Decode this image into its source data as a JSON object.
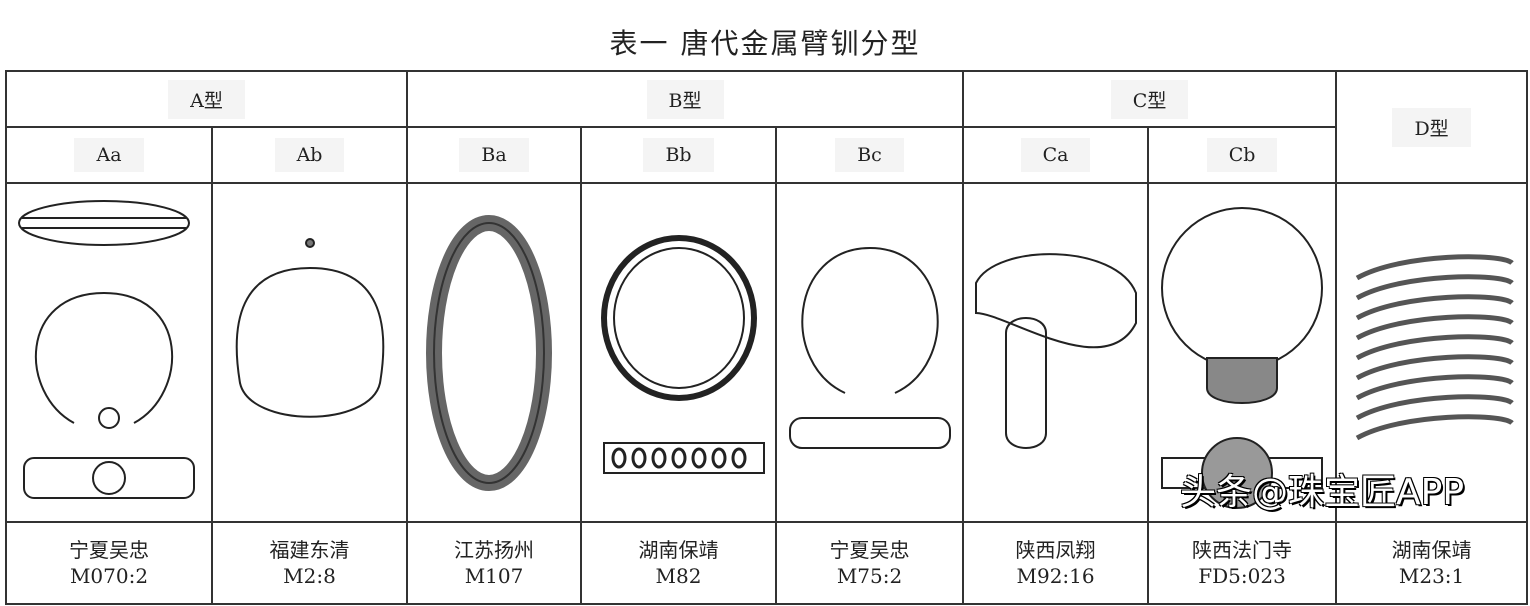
{
  "title": "表一  唐代金属臂钏分型",
  "types": [
    "A型",
    "B型",
    "C型",
    "D型"
  ],
  "subtypes": [
    "Aa",
    "Ab",
    "Ba",
    "Bb",
    "Bc",
    "Ca",
    "Cb"
  ],
  "sites": [
    {
      "place": "宁夏吴忠",
      "id": "M070:2"
    },
    {
      "place": "福建东清",
      "id": "M2:8"
    },
    {
      "place": "江苏扬州",
      "id": "M107"
    },
    {
      "place": "湖南保靖",
      "id": "M82"
    },
    {
      "place": "宁夏吴忠",
      "id": "M75:2"
    },
    {
      "place": "陕西凤翔",
      "id": "M92:16"
    },
    {
      "place": "陕西法门寺",
      "id": "FD5:023"
    },
    {
      "place": "湖南保靖",
      "id": "M23:1"
    }
  ],
  "watermark": "头条@珠宝匠APP"
}
